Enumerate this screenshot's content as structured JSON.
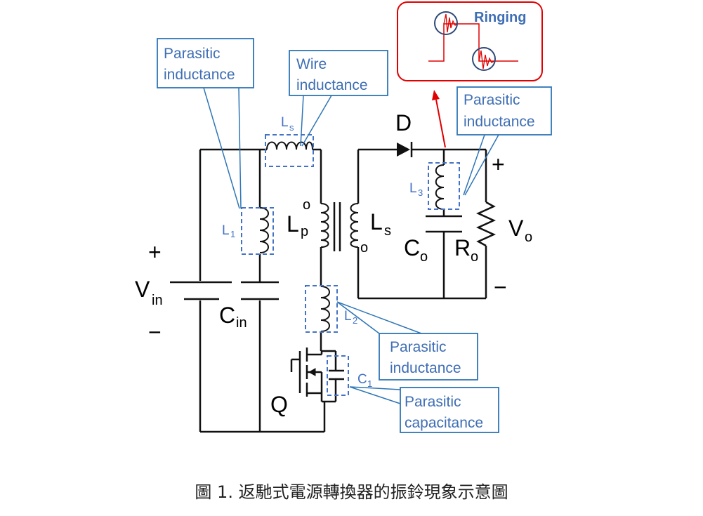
{
  "labels": {
    "vin": "V",
    "vin_sub": "in",
    "cin": "C",
    "cin_sub": "in",
    "lp": "L",
    "lp_sub": "p",
    "ls_main": "L",
    "ls_main_sub": "s",
    "co": "C",
    "co_sub": "o",
    "ro": "R",
    "ro_sub": "o",
    "vo": "V",
    "vo_sub": "o",
    "d": "D",
    "q": "Q",
    "plus": "+",
    "minus": "−",
    "dot": "o",
    "l1": "L",
    "l1_sub": "1",
    "l2": "L",
    "l2_sub": "2",
    "l3": "L",
    "l3_sub": "3",
    "c1": "C",
    "c1_sub": "1",
    "ls_wire": "L",
    "ls_wire_sub": "s"
  },
  "callouts": {
    "parasitic_l1": [
      "Parasitic",
      "inductance"
    ],
    "wire": [
      "Wire",
      "inductance"
    ],
    "parasitic_l3": [
      "Parasitic",
      "inductance"
    ],
    "parasitic_l2": [
      "Parasitic",
      "inductance"
    ],
    "parasitic_c1": [
      "Parasitic",
      "capacitance"
    ]
  },
  "ringing": {
    "label": "Ringing"
  },
  "colors": {
    "callout": "#2E75B6",
    "highlight": "#E00000",
    "wire": "#111111"
  },
  "caption": "圖 1. 返馳式電源轉換器的振鈴現象示意圖"
}
